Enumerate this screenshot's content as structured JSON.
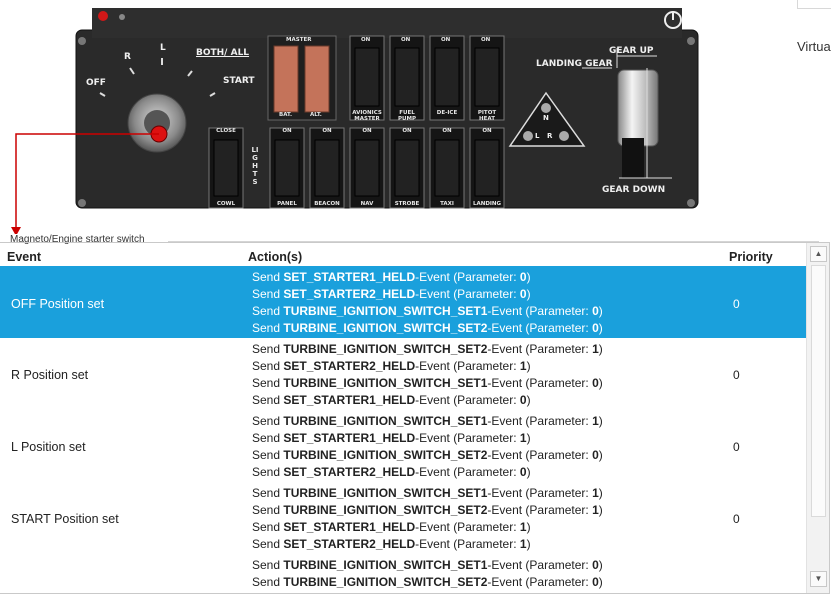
{
  "device": {
    "magneto_labels": {
      "off": "OFF",
      "r": "R",
      "l": "L",
      "both_all": "BOTH/ ALL",
      "start": "START"
    },
    "master_label": "MASTER",
    "master_switch_labels": [
      "BAT.",
      "ALT."
    ],
    "top_switches": [
      {
        "top": "ON",
        "bottom": "AVIONICS MASTER"
      },
      {
        "top": "ON",
        "bottom": "FUEL PUMP"
      },
      {
        "top": "ON",
        "bottom": "DE-ICE"
      },
      {
        "top": "ON",
        "bottom": "PITOT HEAT"
      }
    ],
    "cowl": {
      "top": "CLOSE",
      "bottom": "COWL"
    },
    "lights_label": "LIGHTS",
    "light_switches": [
      {
        "top": "ON",
        "bottom": "PANEL"
      },
      {
        "top": "ON",
        "bottom": "BEACON"
      },
      {
        "top": "ON",
        "bottom": "NAV"
      },
      {
        "top": "ON",
        "bottom": "STROBE"
      },
      {
        "top": "ON",
        "bottom": "TAXI"
      },
      {
        "top": "ON",
        "bottom": "LANDING"
      }
    ],
    "landing_gear_label": "LANDING GEAR",
    "gear_up_label": "GEAR UP",
    "gear_down_label": "GEAR DOWN",
    "gear_lights": {
      "n": "N",
      "l": "L",
      "r": "R"
    },
    "colors": {
      "panel": "#2b2b2b",
      "master_switch": "#c4735a",
      "selection": "#1aa0dc",
      "connector": "#cc0000"
    }
  },
  "side": {
    "text": "Virtua"
  },
  "group": {
    "title": "Magneto/Engine starter switch"
  },
  "table": {
    "headers": {
      "event": "Event",
      "actions": "Action(s)",
      "priority": "Priority"
    },
    "rows": [
      {
        "event": "OFF Position set",
        "priority": "0",
        "selected": true,
        "actions": [
          {
            "prefix": "Send ",
            "name": "SET_STARTER1_HELD",
            "mid": "-Event (Parameter: ",
            "param": "0",
            "suffix": ")"
          },
          {
            "prefix": "Send ",
            "name": "SET_STARTER2_HELD",
            "mid": "-Event (Parameter: ",
            "param": "0",
            "suffix": ")"
          },
          {
            "prefix": "Send ",
            "name": "TURBINE_IGNITION_SWITCH_SET1",
            "mid": "-Event (Parameter: ",
            "param": "0",
            "suffix": ")"
          },
          {
            "prefix": "Send ",
            "name": "TURBINE_IGNITION_SWITCH_SET2",
            "mid": "-Event (Parameter: ",
            "param": "0",
            "suffix": ")"
          }
        ]
      },
      {
        "event": "R Position set",
        "priority": "0",
        "selected": false,
        "actions": [
          {
            "prefix": "Send ",
            "name": "TURBINE_IGNITION_SWITCH_SET2",
            "mid": "-Event (Parameter: ",
            "param": "1",
            "suffix": ")"
          },
          {
            "prefix": "Send ",
            "name": "SET_STARTER2_HELD",
            "mid": "-Event (Parameter: ",
            "param": "1",
            "suffix": ")"
          },
          {
            "prefix": "Send ",
            "name": "TURBINE_IGNITION_SWITCH_SET1",
            "mid": "-Event (Parameter: ",
            "param": "0",
            "suffix": ")"
          },
          {
            "prefix": "Send ",
            "name": "SET_STARTER1_HELD",
            "mid": "-Event (Parameter: ",
            "param": "0",
            "suffix": ")"
          }
        ]
      },
      {
        "event": "L Position set",
        "priority": "0",
        "selected": false,
        "actions": [
          {
            "prefix": "Send ",
            "name": "TURBINE_IGNITION_SWITCH_SET1",
            "mid": "-Event (Parameter: ",
            "param": "1",
            "suffix": ")"
          },
          {
            "prefix": "Send ",
            "name": "SET_STARTER1_HELD",
            "mid": "-Event (Parameter: ",
            "param": "1",
            "suffix": ")"
          },
          {
            "prefix": "Send ",
            "name": "TURBINE_IGNITION_SWITCH_SET2",
            "mid": "-Event (Parameter: ",
            "param": "0",
            "suffix": ")"
          },
          {
            "prefix": "Send ",
            "name": "SET_STARTER2_HELD",
            "mid": "-Event (Parameter: ",
            "param": "0",
            "suffix": ")"
          }
        ]
      },
      {
        "event": "START Position set",
        "priority": "0",
        "selected": false,
        "actions": [
          {
            "prefix": "Send ",
            "name": "TURBINE_IGNITION_SWITCH_SET1",
            "mid": "-Event (Parameter: ",
            "param": "1",
            "suffix": ")"
          },
          {
            "prefix": "Send ",
            "name": "TURBINE_IGNITION_SWITCH_SET2",
            "mid": "-Event (Parameter: ",
            "param": "1",
            "suffix": ")"
          },
          {
            "prefix": "Send ",
            "name": "SET_STARTER1_HELD",
            "mid": "-Event (Parameter: ",
            "param": "1",
            "suffix": ")"
          },
          {
            "prefix": "Send ",
            "name": "SET_STARTER2_HELD",
            "mid": "-Event (Parameter: ",
            "param": "1",
            "suffix": ")"
          }
        ]
      },
      {
        "event": "",
        "priority": "",
        "selected": false,
        "actions": [
          {
            "prefix": "Send ",
            "name": "TURBINE_IGNITION_SWITCH_SET1",
            "mid": "-Event (Parameter: ",
            "param": "0",
            "suffix": ")"
          },
          {
            "prefix": "Send ",
            "name": "TURBINE_IGNITION_SWITCH_SET2",
            "mid": "-Event (Parameter: ",
            "param": "0",
            "suffix": ")"
          }
        ]
      }
    ]
  }
}
